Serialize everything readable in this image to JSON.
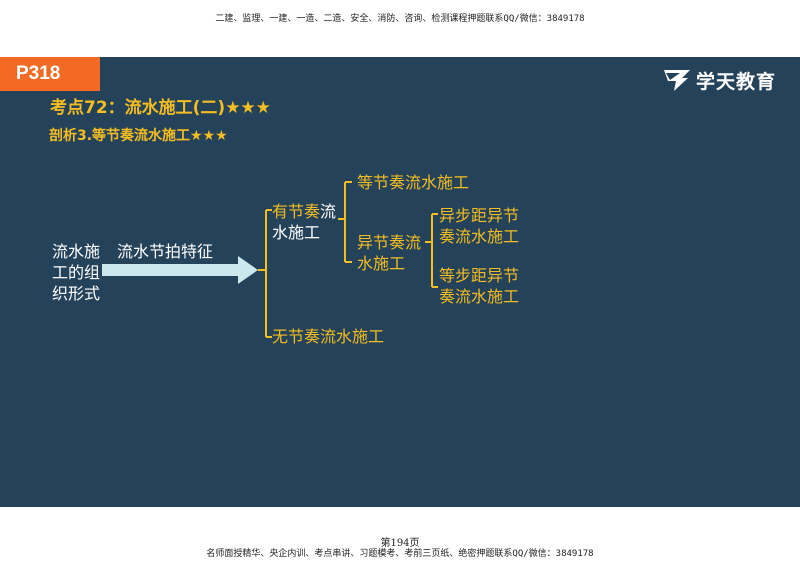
{
  "header": {
    "text": "二建、监理、一建、一造、二造、安全、消防、咨询、检测课程押题联系QQ/微信：3849178"
  },
  "slide": {
    "page_badge": "P318",
    "logo_text": "学天教育",
    "title": "考点72：流水施工(二)★★★",
    "subtitle": "剖析3.等节奏流水施工★★★"
  },
  "diagram": {
    "root_lines": [
      "流水施",
      "工的组",
      "织形式"
    ],
    "arrow_label": "流水节拍特征",
    "branch_rhythmic_lines": [
      [
        "有节奏",
        "流"
      ],
      [
        "水施工",
        ""
      ]
    ],
    "branch_nonrhythmic": "无节奏流水施工",
    "equal_rhythm": "等节奏流水施工",
    "unequal_rhythm_lines": [
      "异节奏流",
      "水施工"
    ],
    "unequal_step_diff": [
      "异步距异节",
      "奏流水施工"
    ],
    "equal_step_diff": [
      "等步距异节",
      "奏流水施工"
    ]
  },
  "footer": {
    "page_number": "第194页",
    "text": "名师面授精华、央企内训、考点串讲、习题模考、考前三页纸、绝密押题联系QQ/微信：3849178"
  }
}
